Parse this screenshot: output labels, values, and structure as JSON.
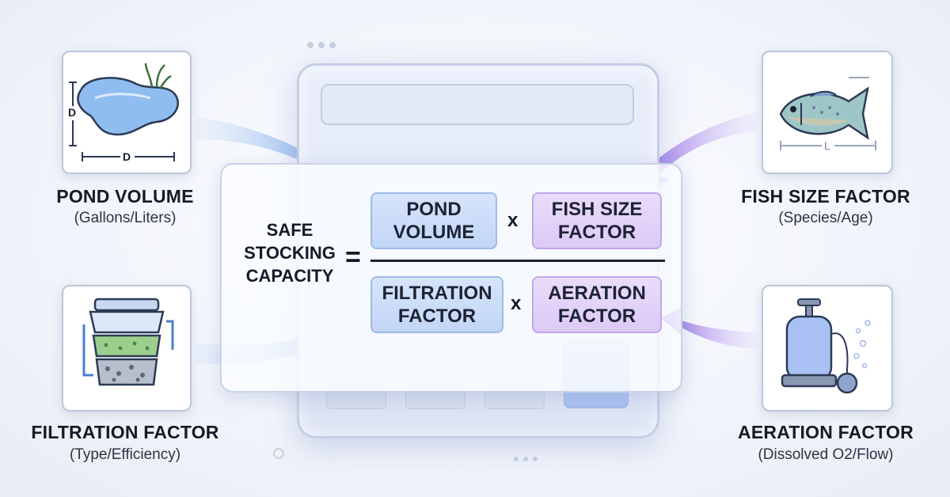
{
  "inputs": {
    "pond_volume": {
      "title": "POND VOLUME",
      "subtitle": "(Gallons/Liters)",
      "icon": "pond-icon",
      "dim_vertical": "D",
      "dim_horizontal": "D"
    },
    "filtration_factor": {
      "title": "FILTRATION FACTOR",
      "subtitle": "(Type/Efficiency)",
      "icon": "filter-icon"
    },
    "fish_size_factor": {
      "title": "FISH SIZE FACTOR",
      "subtitle": "(Species/Age)",
      "icon": "fish-icon",
      "dim_length": "L"
    },
    "aeration_factor": {
      "title": "AERATION FACTOR",
      "subtitle": "(Dissolved O2/Flow)",
      "icon": "air-pump-icon"
    }
  },
  "formula": {
    "result_label": "SAFE\nSTOCKING\nCAPACITY",
    "equals": "=",
    "numerator": [
      {
        "text": "POND\nVOLUME",
        "color": "blue"
      },
      {
        "text": "FISH SIZE\nFACTOR",
        "color": "purple"
      }
    ],
    "denominator": [
      {
        "text": "FILTRATION\nFACTOR",
        "color": "blue"
      },
      {
        "text": "AERATION\nFACTOR",
        "color": "purple"
      }
    ],
    "operator": "x"
  },
  "colors": {
    "blue_arrow": "#3f7fe0",
    "purple_arrow": "#8a5ce0",
    "card_border": "#b9c6da",
    "text": "#141a28"
  }
}
